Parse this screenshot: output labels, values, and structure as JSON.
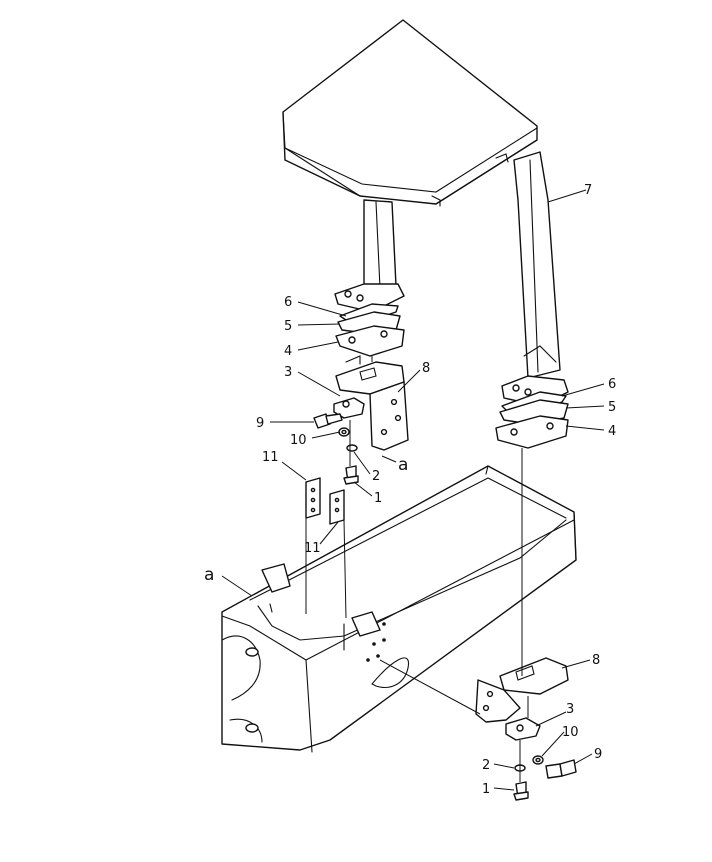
{
  "callouts": [
    {
      "id": "c1a",
      "text": "1"
    },
    {
      "id": "c1b",
      "text": "1"
    },
    {
      "id": "c2a",
      "text": "2"
    },
    {
      "id": "c2b",
      "text": "2"
    },
    {
      "id": "c3a",
      "text": "3"
    },
    {
      "id": "c3b",
      "text": "3"
    },
    {
      "id": "c4a",
      "text": "4"
    },
    {
      "id": "c4b",
      "text": "4"
    },
    {
      "id": "c5a",
      "text": "5"
    },
    {
      "id": "c5b",
      "text": "5"
    },
    {
      "id": "c6a",
      "text": "6"
    },
    {
      "id": "c6b",
      "text": "6"
    },
    {
      "id": "c7",
      "text": "7"
    },
    {
      "id": "c8a",
      "text": "8"
    },
    {
      "id": "c8b",
      "text": "8"
    },
    {
      "id": "c9a",
      "text": "9"
    },
    {
      "id": "c9b",
      "text": "9"
    },
    {
      "id": "c10a",
      "text": "10"
    },
    {
      "id": "c10b",
      "text": "10"
    },
    {
      "id": "c11a",
      "text": "11"
    },
    {
      "id": "c11b",
      "text": "11"
    },
    {
      "id": "ca1",
      "text": "a"
    },
    {
      "id": "ca2",
      "text": "a"
    }
  ]
}
